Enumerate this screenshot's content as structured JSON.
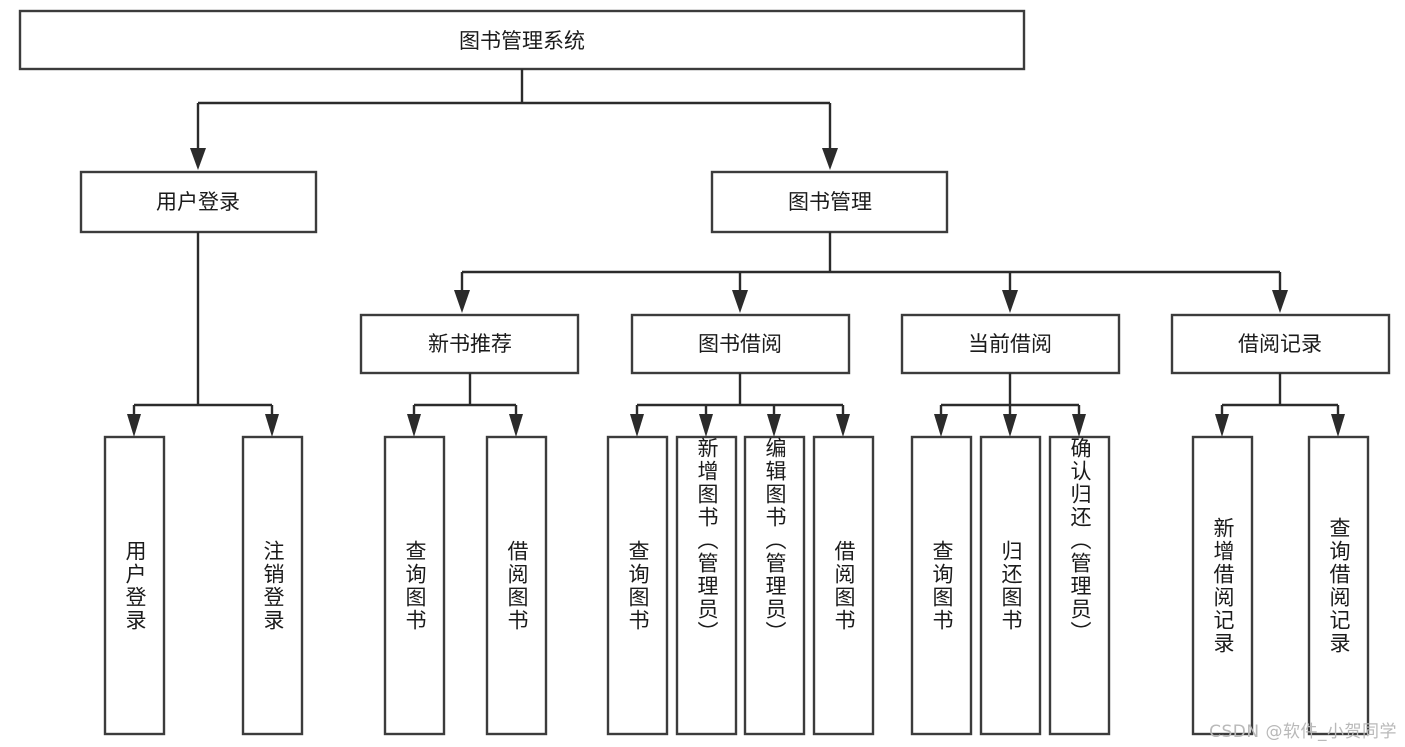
{
  "diagram": {
    "title": "图书管理系统",
    "type": "tree",
    "watermark": "CSDN @软件_小贺同学",
    "colors": {
      "box_stroke": "#3c3c3c",
      "connector": "#2b2b2b",
      "text": "#1b1b1b",
      "background": "#ffffff",
      "watermark": "#b9b9b9"
    },
    "root": {
      "label": "图书管理系统"
    },
    "level2": [
      {
        "label": "用户登录"
      },
      {
        "label": "图书管理"
      }
    ],
    "level3": [
      {
        "label": "新书推荐"
      },
      {
        "label": "图书借阅"
      },
      {
        "label": "当前借阅"
      },
      {
        "label": "借阅记录"
      }
    ],
    "leaves": {
      "user_login": [
        {
          "label": "用户登录"
        },
        {
          "label": "注销登录"
        }
      ],
      "new_book_recommend": [
        {
          "label": "查询图书"
        },
        {
          "label": "借阅图书"
        }
      ],
      "book_borrow": [
        {
          "label": "查询图书"
        },
        {
          "label": "新增图书（管理员）"
        },
        {
          "label": "编辑图书（管理员）"
        },
        {
          "label": "借阅图书"
        }
      ],
      "current_borrow": [
        {
          "label": "查询图书"
        },
        {
          "label": "归还图书"
        },
        {
          "label": "确认归还（管理员）"
        }
      ],
      "borrow_record": [
        {
          "label": "新增借阅记录"
        },
        {
          "label": "查询借阅记录"
        }
      ]
    }
  }
}
